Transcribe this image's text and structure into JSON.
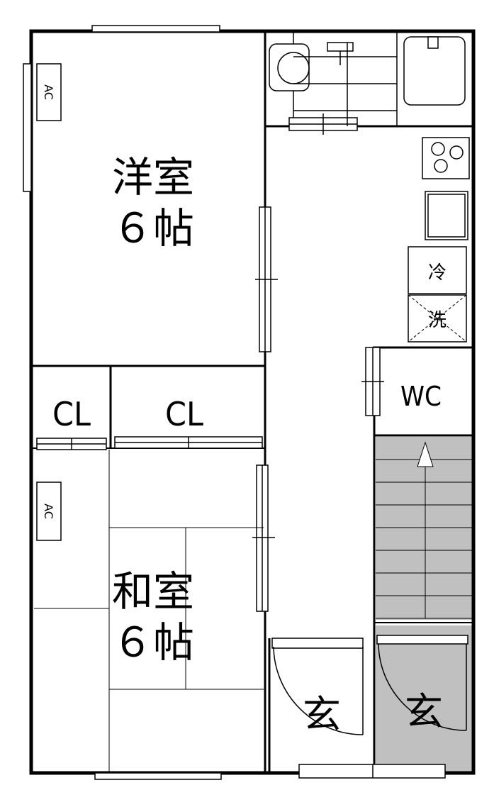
{
  "rooms": {
    "western_room": {
      "name": "洋室",
      "size": "６帖"
    },
    "japanese_room": {
      "name": "和室",
      "size": "６帖"
    },
    "closet_left": "CL",
    "closet_right": "CL",
    "toilet": "WC",
    "entrance_left": "玄",
    "entrance_right": "玄"
  },
  "appliances": {
    "ac_top": "AC",
    "ac_bottom": "AC",
    "fridge": "冷",
    "washer": "洗"
  },
  "colors": {
    "wall": "#000000",
    "stair_fill": "#c0c0c0",
    "background": "#ffffff"
  }
}
